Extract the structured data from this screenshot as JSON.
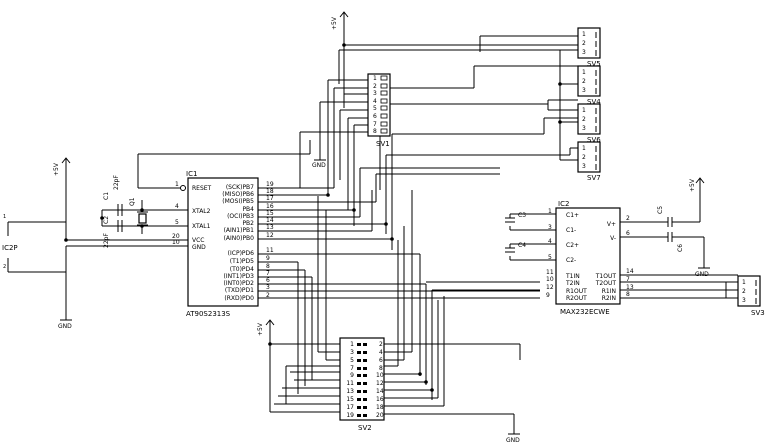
{
  "ic1": {
    "ref": "IC1",
    "part": "AT90S2313S",
    "left_pins": [
      {
        "num": "1",
        "name": "RESET"
      },
      {
        "num": "4",
        "name": "XTAL2"
      },
      {
        "num": "5",
        "name": "XTAL1"
      },
      {
        "num": "20",
        "name": "VCC"
      },
      {
        "num": "10",
        "name": "GND"
      }
    ],
    "right_pins": [
      {
        "num": "19",
        "name": "(SCK)PB7"
      },
      {
        "num": "18",
        "name": "(MISO)PB6"
      },
      {
        "num": "17",
        "name": "(MOSI)PB5"
      },
      {
        "num": "16",
        "name": "PB4"
      },
      {
        "num": "15",
        "name": "(OCI)PB3"
      },
      {
        "num": "14",
        "name": "PB2"
      },
      {
        "num": "13",
        "name": "(AIN1)PB1"
      },
      {
        "num": "12",
        "name": "(AIN0)PB0"
      },
      {
        "num": "11",
        "name": "(ICP)PD6"
      },
      {
        "num": "9",
        "name": "(T1)PD5"
      },
      {
        "num": "8",
        "name": "(T0)PD4"
      },
      {
        "num": "7",
        "name": "(INT1)PD3"
      },
      {
        "num": "6",
        "name": "(INT0)PD2"
      },
      {
        "num": "3",
        "name": "(TXD)PD1"
      },
      {
        "num": "2",
        "name": "(RXD)PD0"
      }
    ]
  },
  "ic2": {
    "ref": "IC2",
    "part": "MAX232ECWE",
    "left_pins": [
      {
        "num": "1",
        "name": "C1+"
      },
      {
        "num": "3",
        "name": "C1-"
      },
      {
        "num": "4",
        "name": "C2+"
      },
      {
        "num": "5",
        "name": "C2-"
      },
      {
        "num": "11",
        "name": "T1IN"
      },
      {
        "num": "10",
        "name": "T2IN"
      },
      {
        "num": "12",
        "name": "R1OUT"
      },
      {
        "num": "9",
        "name": "R2OUT"
      }
    ],
    "right_pins": [
      {
        "num": "2",
        "name": "V+"
      },
      {
        "num": "6",
        "name": "V-"
      },
      {
        "num": "14",
        "name": "T1OUT"
      },
      {
        "num": "7",
        "name": "T2OUT"
      },
      {
        "num": "13",
        "name": "R1IN"
      },
      {
        "num": "8",
        "name": "R2IN"
      }
    ]
  },
  "headers": {
    "sv1": {
      "ref": "SV1",
      "pins": [
        "1",
        "2",
        "3",
        "4",
        "5",
        "6",
        "7",
        "8"
      ]
    },
    "sv2": {
      "ref": "SV2",
      "pins_left": [
        "1",
        "3",
        "5",
        "7",
        "9",
        "11",
        "13",
        "15",
        "17",
        "19"
      ],
      "pins_right": [
        "2",
        "4",
        "6",
        "8",
        "10",
        "12",
        "14",
        "16",
        "18",
        "20"
      ]
    },
    "sv3": {
      "ref": "SV3",
      "pins": [
        "1",
        "2",
        "3"
      ]
    },
    "sv4": {
      "ref": "SV4",
      "pins": [
        "1",
        "2",
        "3"
      ]
    },
    "sv5": {
      "ref": "SV5",
      "pins": [
        "1",
        "2",
        "3"
      ]
    },
    "sv6": {
      "ref": "SV6",
      "pins": [
        "1",
        "2",
        "3"
      ]
    },
    "sv7": {
      "ref": "SV7",
      "pins": [
        "1",
        "2",
        "3"
      ]
    },
    "ic2p": {
      "ref": "IC2P",
      "pins": [
        "1",
        "2"
      ]
    }
  },
  "passives": {
    "c1": "C1",
    "c2": "C2",
    "c1_value": "22pF",
    "c2_value": "22pF",
    "q1": "Q1",
    "c3": "C3",
    "c4": "C4",
    "c5": "C5",
    "c6": "C6"
  },
  "power": {
    "vcc": "+5V",
    "gnd": "GND"
  }
}
